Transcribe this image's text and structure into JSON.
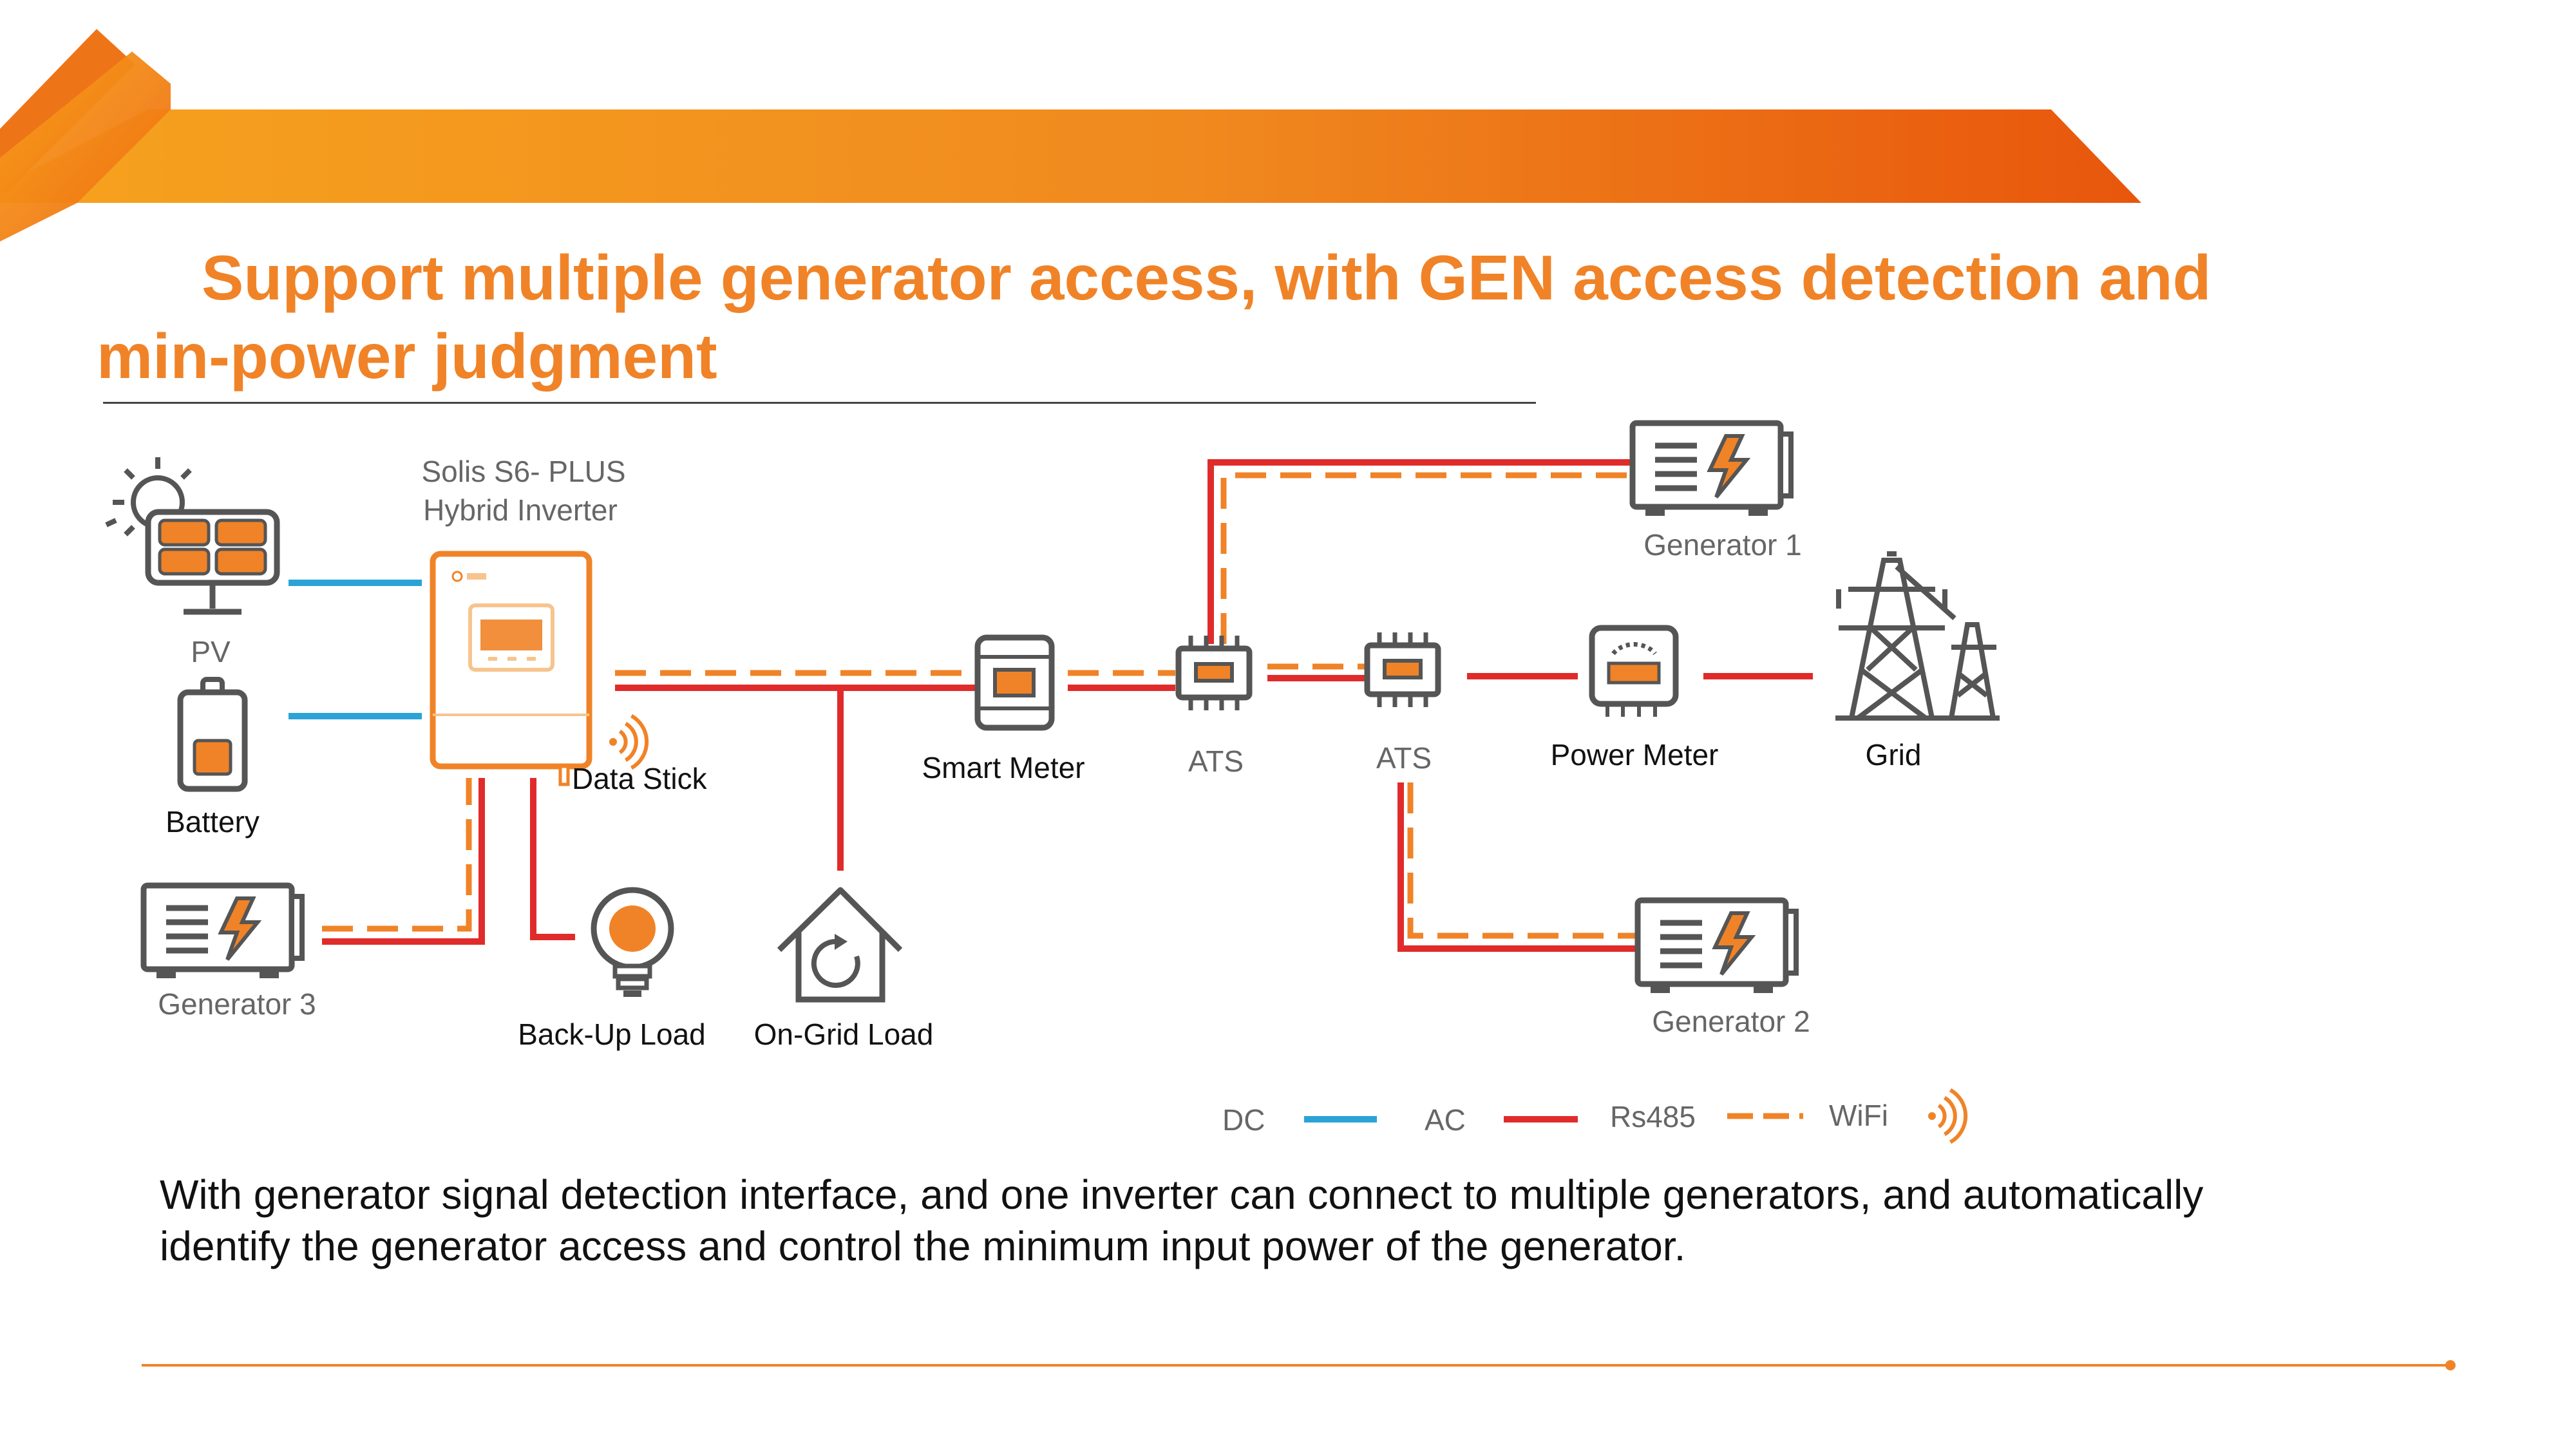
{
  "title": {
    "line1": "Support multiple generator access, with GEN access detection and",
    "line2": "min-power judgment"
  },
  "colors": {
    "accent": "#f08327",
    "dc": "#2aa3d6",
    "ac": "#e02b2b",
    "rs485": "#f08327"
  },
  "nodes": {
    "inverter_line1": "Solis S6- PLUS",
    "inverter_line2": "Hybrid Inverter",
    "pv": "PV",
    "battery": "Battery",
    "generator3": "Generator 3",
    "data_stick": "Data Stick",
    "backup_load": "Back-Up Load",
    "ongrid_load": "On-Grid Load",
    "smart_meter": "Smart Meter",
    "ats1": "ATS",
    "ats2": "ATS",
    "power_meter": "Power Meter",
    "grid": "Grid",
    "generator1": "Generator 1",
    "generator2": "Generator 2"
  },
  "legend": {
    "dc": "DC",
    "ac": "AC",
    "rs485": "Rs485",
    "wifi": "WiFi"
  },
  "caption": {
    "line1": "With generator signal detection interface, and one inverter can connect to multiple generators, and automatically",
    "line2": "identify the generator access and control the minimum input power of the generator."
  }
}
